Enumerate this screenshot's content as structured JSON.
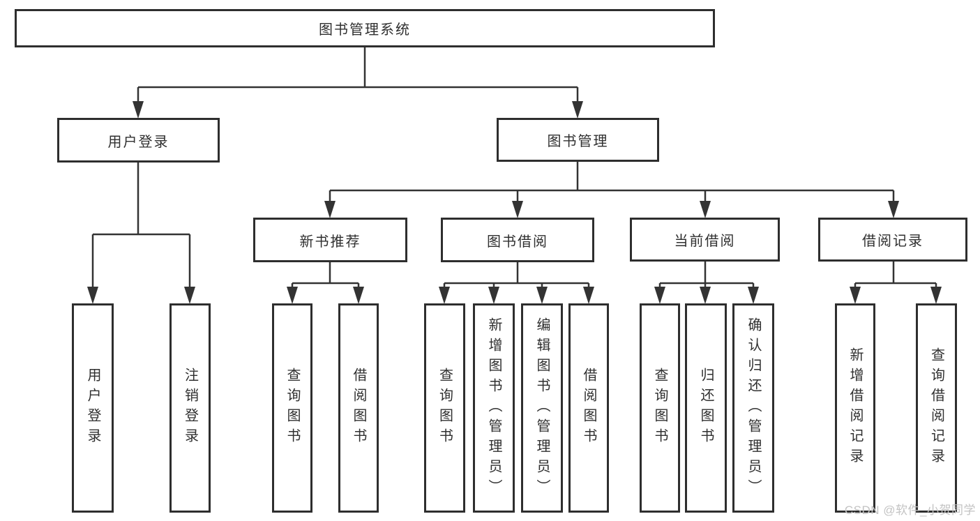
{
  "diagram": {
    "title_note": "library management system feature tree",
    "root": {
      "label": "图书管理系统"
    },
    "level2": [
      {
        "label": "用户登录"
      },
      {
        "label": "图书管理"
      }
    ],
    "level3": [
      {
        "label": "新书推荐"
      },
      {
        "label": "图书借阅"
      },
      {
        "label": "当前借阅"
      },
      {
        "label": "借阅记录"
      }
    ],
    "leaves": {
      "user_login": [
        {
          "label": "用户登录"
        },
        {
          "label": "注销登录"
        }
      ],
      "new_books": [
        {
          "label": "查询图书"
        },
        {
          "label": "借阅图书"
        }
      ],
      "book_borrow": [
        {
          "label": "查询图书"
        },
        {
          "label": "新增图书（管理员）"
        },
        {
          "label": "编辑图书（管理员）"
        },
        {
          "label": "借阅图书"
        }
      ],
      "current_borrow": [
        {
          "label": "查询图书"
        },
        {
          "label": "归还图书"
        },
        {
          "label": "确认归还（管理员）"
        }
      ],
      "borrow_records": [
        {
          "label": "新增借阅记录"
        },
        {
          "label": "查询借阅记录"
        }
      ]
    },
    "watermark": "CSDN @软件_小贺同学",
    "colors": {
      "line": "#333333",
      "text": "#2f2f2f",
      "box_background": "#ffffff",
      "watermark": "#c3c3c3",
      "background": "#ffffff"
    }
  }
}
